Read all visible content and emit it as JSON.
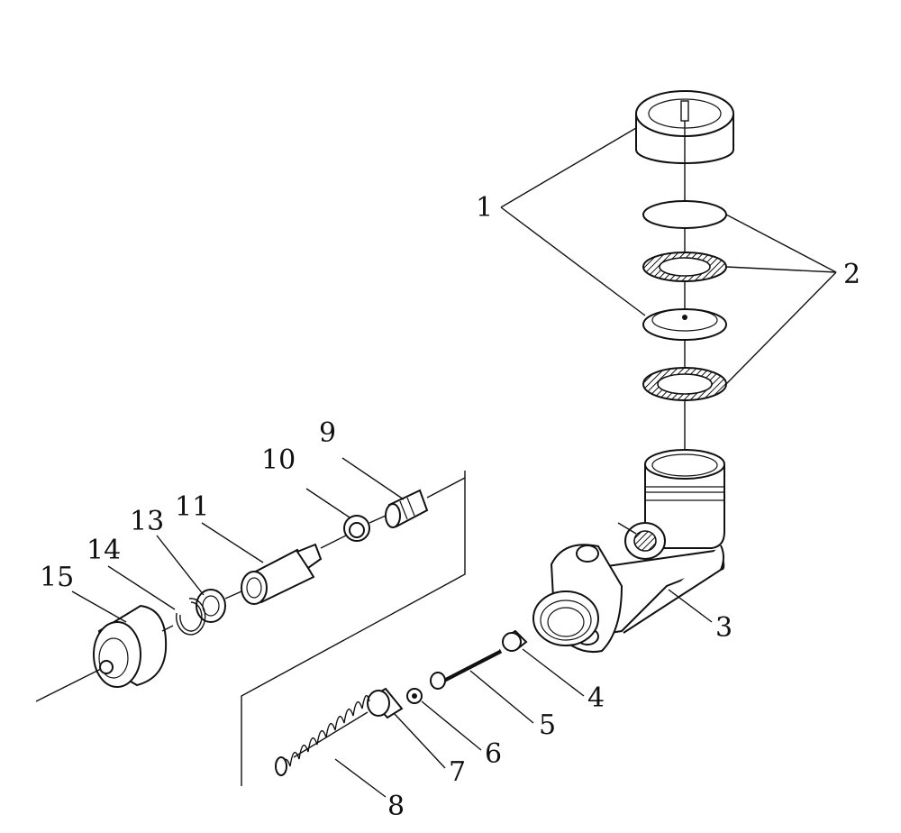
{
  "diagram": {
    "callouts": {
      "p1": "1",
      "p2": "2",
      "p3": "3",
      "p4": "4",
      "p5": "5",
      "p6": "6",
      "p7": "7",
      "p8": "8",
      "p9": "9",
      "p10": "10",
      "p11": "11",
      "p13": "13",
      "p14": "14",
      "p15": "15"
    }
  }
}
